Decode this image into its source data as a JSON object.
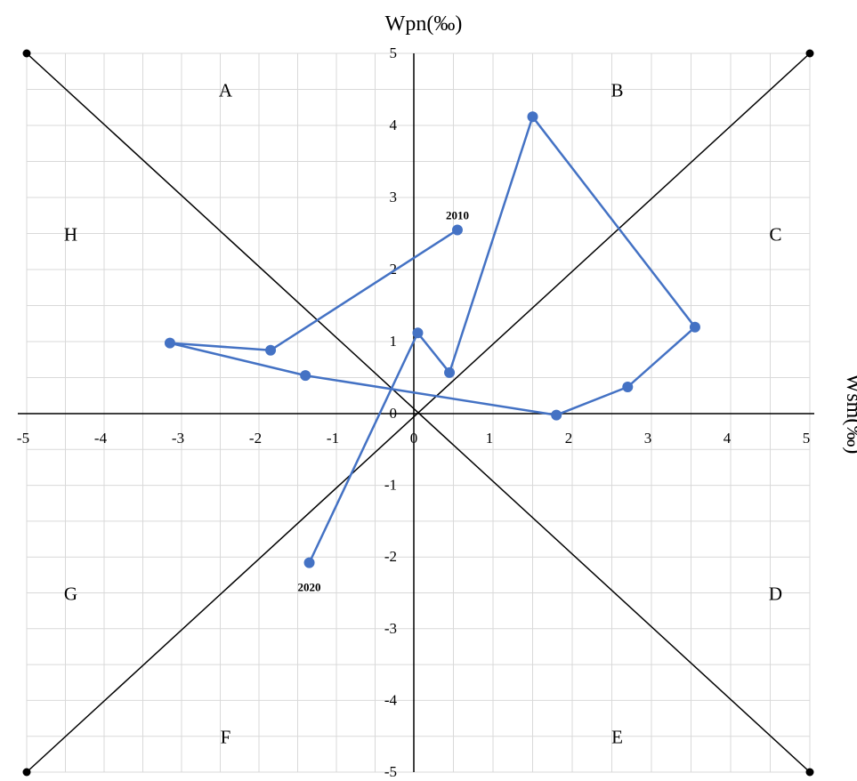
{
  "chart_data": {
    "type": "line",
    "x_axis": {
      "label": "Wsm(‰)",
      "min": -5,
      "max": 5,
      "tick_labels": [
        "-5",
        "-4",
        "-3",
        "-2",
        "-1",
        "0",
        "1",
        "2",
        "3",
        "4",
        "5"
      ],
      "ticks": [
        -5,
        -4,
        -3,
        -2,
        -1,
        0,
        1,
        2,
        3,
        4,
        5
      ]
    },
    "y_axis": {
      "label": "Wpn(‰)",
      "min": -5,
      "max": 5,
      "tick_labels": [
        "5",
        "4",
        "3",
        "2",
        "1",
        "0",
        "-1",
        "-2",
        "-3",
        "-4",
        "-5"
      ],
      "ticks": [
        5,
        4,
        3,
        2,
        1,
        0,
        -1,
        -2,
        -3,
        -4,
        -5
      ]
    },
    "grid": true,
    "minor_grid_step": 0.5,
    "series": [
      {
        "color": "#4472c4",
        "points": [
          {
            "x": 0.55,
            "y": 2.55
          },
          {
            "x": -1.85,
            "y": 0.88
          },
          {
            "x": -3.15,
            "y": 0.98
          },
          {
            "x": -1.4,
            "y": 0.53
          },
          {
            "x": 1.8,
            "y": -0.02
          },
          {
            "x": 2.7,
            "y": 0.37
          },
          {
            "x": 3.55,
            "y": 1.2
          },
          {
            "x": 1.5,
            "y": 4.12
          },
          {
            "x": 0.45,
            "y": 0.57
          },
          {
            "x": 0.05,
            "y": 1.12
          },
          {
            "x": -1.35,
            "y": -2.08
          }
        ]
      }
    ],
    "annotations": [
      {
        "text": "2010",
        "x": 0.55,
        "y": 2.55,
        "position": "above"
      },
      {
        "text": "2020",
        "x": -1.35,
        "y": -2.08,
        "position": "below"
      }
    ],
    "regions": [
      {
        "label": "A",
        "x": -2.5,
        "y": 4.5
      },
      {
        "label": "B",
        "x": 2.5,
        "y": 4.5
      },
      {
        "label": "C",
        "x": 4.5,
        "y": 2.5
      },
      {
        "label": "D",
        "x": 4.5,
        "y": -2.5
      },
      {
        "label": "E",
        "x": 2.5,
        "y": -4.5
      },
      {
        "label": "F",
        "x": -2.5,
        "y": -4.5
      },
      {
        "label": "G",
        "x": -4.5,
        "y": -2.5
      },
      {
        "label": "H",
        "x": -4.5,
        "y": 2.5
      }
    ],
    "diagonals": [
      {
        "from": [
          -5,
          5
        ],
        "to": [
          5,
          -5
        ]
      },
      {
        "from": [
          -5,
          -5
        ],
        "to": [
          5,
          5
        ]
      }
    ],
    "colors": {
      "series": "#4472c4",
      "grid": "#d9d9d9",
      "axis": "#000000"
    }
  }
}
